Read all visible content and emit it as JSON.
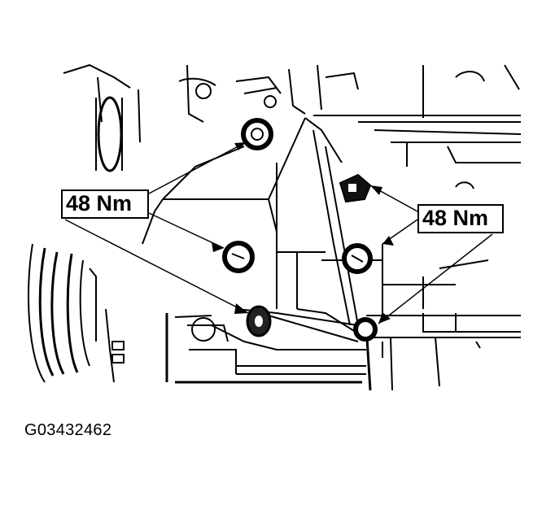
{
  "figure": {
    "id": "G03432462",
    "subject": "engine mount bracket bolts",
    "labels": [
      {
        "text": "48 Nm",
        "position": "left",
        "points_to": [
          "upper-center bolt",
          "middle-left bolt",
          "lower-left bolt"
        ]
      },
      {
        "text": "48 Nm",
        "position": "right",
        "points_to": [
          "upper-right bolt",
          "middle-right bolt",
          "lower-right bolt"
        ]
      }
    ],
    "bolt_count": 6,
    "colors": {
      "line": "#000000",
      "background": "#ffffff"
    }
  }
}
